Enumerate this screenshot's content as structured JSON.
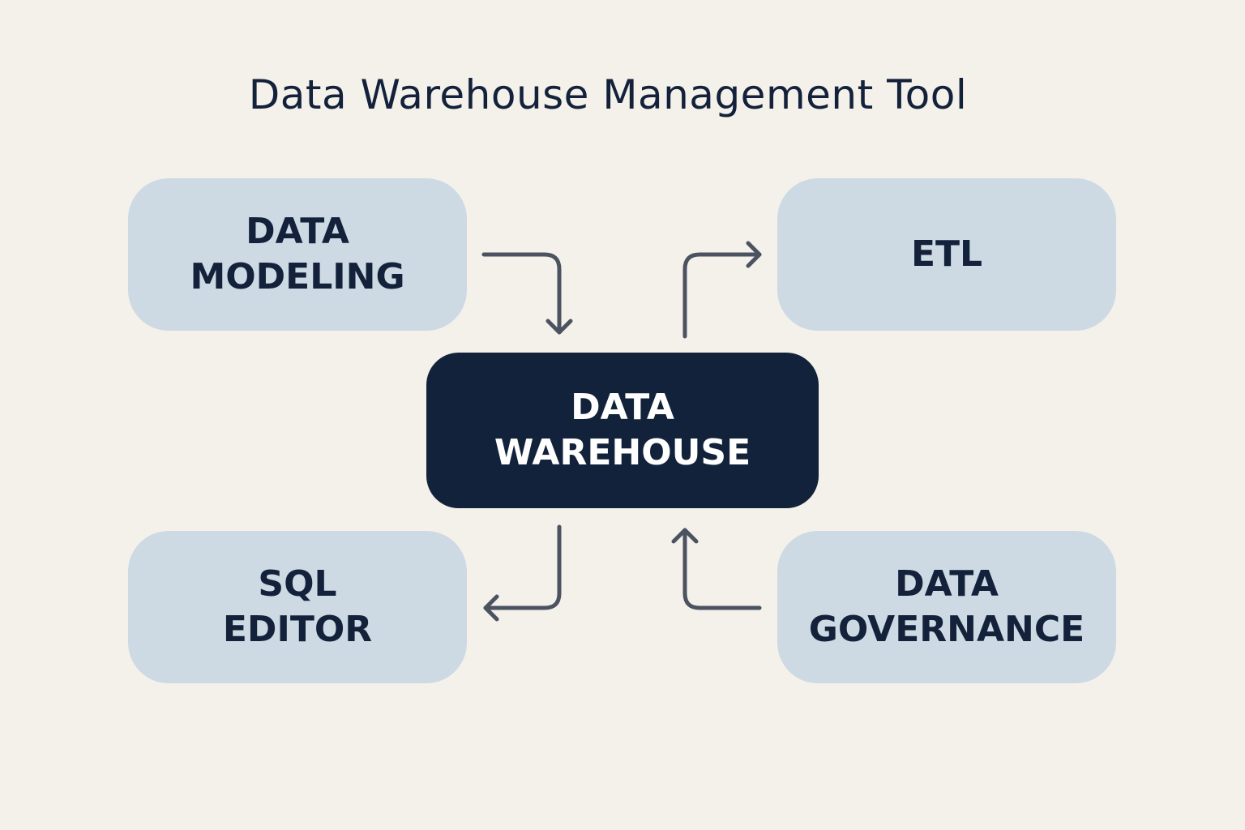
{
  "title": "Data Warehouse Management Tool",
  "nodes": {
    "data_modeling": "DATA\nMODELING",
    "etl": "ETL",
    "data_warehouse": "DATA\nWAREHOUSE",
    "sql_editor": "SQL\nEDITOR",
    "data_governance": "DATA\nGOVERNANCE"
  },
  "colors": {
    "background": "#f4f1ea",
    "node": "#cddae4",
    "center": "#12223a",
    "text": "#13213a",
    "arrow": "#4b5260"
  }
}
